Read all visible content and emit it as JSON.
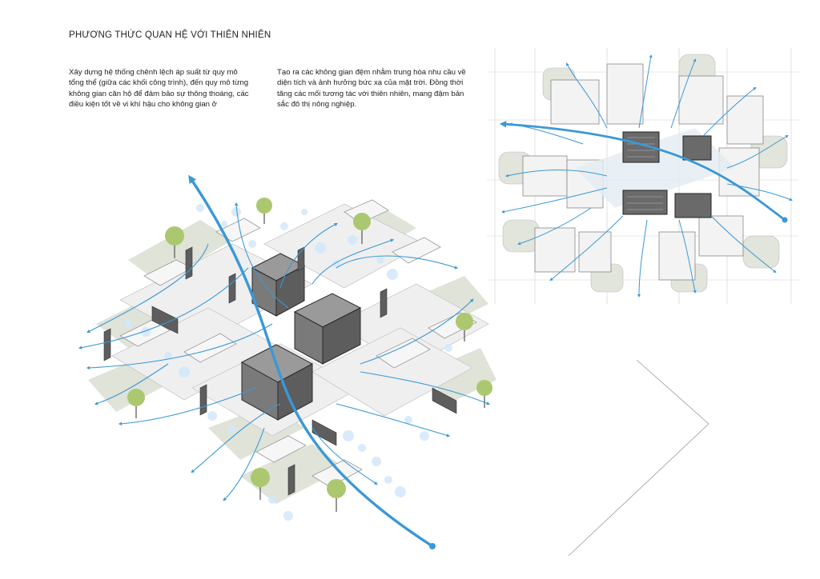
{
  "page": {
    "title": "PHƯƠNG THỨC QUAN HỆ VỚI THIÊN NHIÊN",
    "paragraph_left": "Xây dựng hệ thống chênh lệch áp suất từ quy mô tổng thể (giữa các khối công trình), đến quy mô từng không gian căn hộ để đảm bảo sự thông thoáng, các điều kiện tốt về vi khí hậu cho không gian ở",
    "paragraph_right": "Tạo ra các không gian đệm nhằm trung hòa nhu cầu về diện tích và ảnh hưởng bức xạ của mặt trời. Đồng thời tăng các mối tương tác với thiên nhiên, mang đậm bản sắc đô thị nông nghiệp."
  },
  "colors": {
    "wind_arrow": "#3a98d6",
    "green_space": "#d9ddd2",
    "core_dark": "#6e6e6e",
    "wall_light": "#e6e6e6",
    "bubble": "#cfe6fa",
    "tree": "#a6c46a"
  }
}
